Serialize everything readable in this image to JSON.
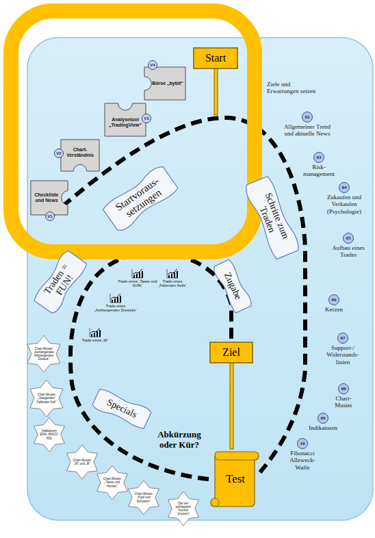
{
  "diagram": {
    "nodes": [
      {
        "text": [
          "Start"
        ]
      },
      {
        "text": [
          "Börse „bybit“",
          "V4"
        ]
      },
      {
        "text": [
          "Analysetool „TradingView“",
          "V3"
        ]
      },
      {
        "text": [
          "Chart-Verständnis",
          "V2"
        ]
      },
      {
        "text": [
          "Checkliste und News",
          "V1"
        ]
      },
      {
        "text": [
          "Startvoraus- setzungen"
        ]
      },
      {
        "text": [
          "Schritte zum Traden"
        ]
      },
      {
        "text": [
          "02",
          "Allgemeiner Trend und aktuelle News"
        ]
      },
      {
        "text": [
          "03",
          "Risk- management"
        ]
      },
      {
        "text": [
          "04",
          "Zukaufen und Verkaufen (Psychologie)"
        ]
      },
      {
        "text": [
          "05",
          "Aufbau eines Trades"
        ]
      },
      {
        "text": [
          "Traden = FUN!"
        ]
      },
      {
        "text": [
          "Trade eines „Tasse und Griffs“"
        ]
      },
      {
        "text": [
          "Trade eines „Fallenden Keils“"
        ]
      },
      {
        "text": [
          "Zugabe"
        ]
      },
      {
        "text": [
          "Trade eines „Aufsteigenden Dreiecks“"
        ]
      },
      {
        "text": [
          "06",
          "Kerzen"
        ]
      },
      {
        "text": [
          "Trade eines „W“"
        ]
      },
      {
        "text": [
          "Chart-Muster „Aufsteigendes /Absteigendes Dreieck“"
        ]
      },
      {
        "text": [
          "Ziel"
        ]
      },
      {
        "text": [
          "07",
          "Support-/ Widerstands- linien"
        ]
      },
      {
        "text": [
          "Chart-Muster „Steigender/ Fallender Keil“"
        ]
      },
      {
        "text": [
          "08",
          "Chart- Muster"
        ]
      },
      {
        "text": [
          "Specials"
        ]
      },
      {
        "text": [
          "Indikatoren EMA, MACD, RSI"
        ]
      },
      {
        "text": [
          "09",
          "Indikatoren"
        ]
      },
      {
        "text": [
          "10",
          "Fibonacci Allzweck- Waffe"
        ]
      },
      {
        "text": [
          "Chart-Muster „W“ und „M“"
        ]
      },
      {
        "text": [
          "Chart-Muster „Tasse und Henkel“"
        ]
      },
      {
        "text": [
          "Test"
        ]
      },
      {
        "text": [
          "Chart-Muster „Kopf und Schultern“"
        ]
      },
      {
        "text": [
          "Die vier wichtigsten Kerzen (muster)"
        ]
      }
    ],
    "labels": [
      "Ziele und Erwartungen setzen",
      "Abkürzung oder Kür?"
    ]
  }
}
